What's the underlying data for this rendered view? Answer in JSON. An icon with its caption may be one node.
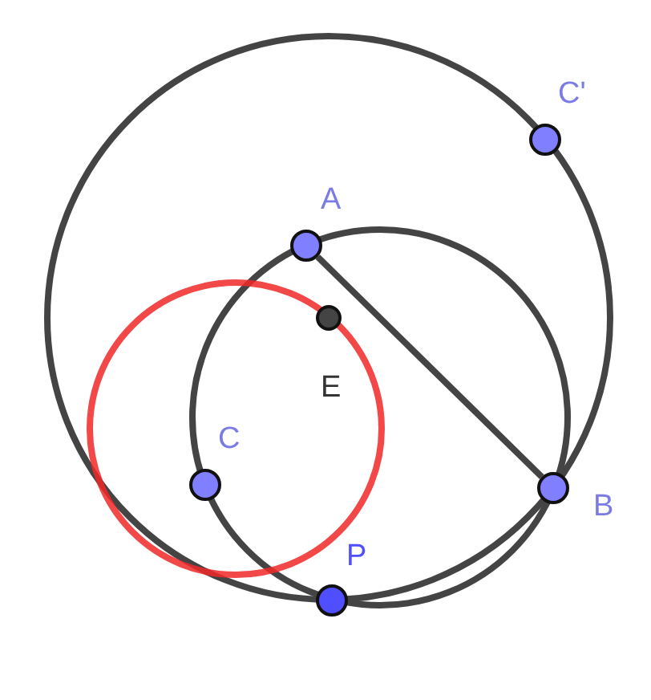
{
  "diagram": {
    "nodes": [
      {
        "text": [
          "C'"
        ]
      },
      {
        "text": [
          "A"
        ]
      },
      {
        "text": [
          "E"
        ]
      },
      {
        "text": [
          "C"
        ]
      },
      {
        "text": [
          "B"
        ]
      },
      {
        "text": [
          "P"
        ]
      }
    ],
    "edges": [
      {
        "from": 1,
        "to": 4,
        "arrow": "none"
      }
    ]
  }
}
